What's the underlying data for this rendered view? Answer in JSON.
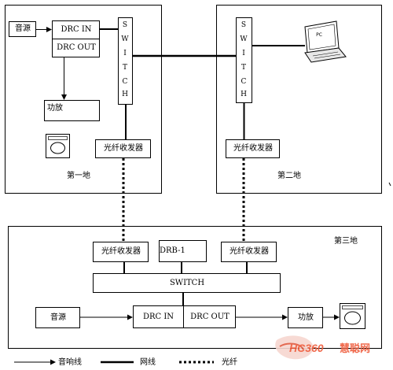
{
  "diagram": {
    "sites": {
      "site1": {
        "name": "第一地",
        "audio_source": "音源",
        "drc_in": "DRC IN",
        "drc_out": "DRC OUT",
        "switch_letters": [
          "S",
          "W",
          "I",
          "T",
          "C",
          "H"
        ],
        "amplifier": "功放",
        "transceiver": "光纤收发器"
      },
      "site2": {
        "name": "第二地",
        "pc_label": "PC",
        "switch_letters": [
          "S",
          "W",
          "I",
          "T",
          "C",
          "H"
        ],
        "transceiver": "光纤收发器"
      },
      "site3": {
        "name": "第三地",
        "transceiver_left": "光纤收发器",
        "drb": "DRB-1",
        "transceiver_right": "光纤收发器",
        "switch": "SWITCH",
        "audio_source": "音源",
        "drc_in": "DRC IN",
        "drc_out": "DRC OUT",
        "amplifier": "功放"
      }
    },
    "legend": {
      "audio_line": "音响线",
      "network_line": "网线",
      "fiber": "光纤"
    },
    "watermark": "HC360慧聪网"
  }
}
